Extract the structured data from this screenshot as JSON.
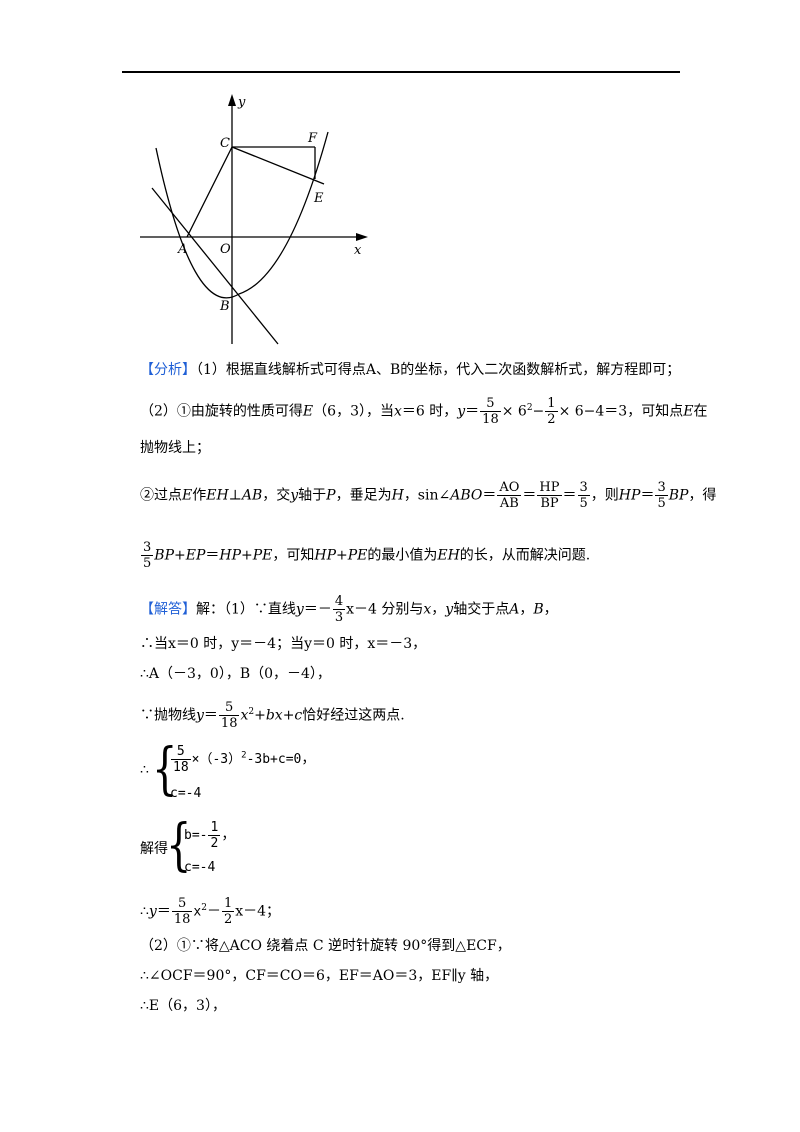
{
  "figure": {
    "label_y": "y",
    "label_x": "x",
    "label_C": "C",
    "label_F": "F",
    "label_E": "E",
    "label_A": "A",
    "label_O": "O",
    "label_B": "B"
  },
  "analysis": {
    "tag": "【分析】",
    "p1": "（1）根据直线解析式可得点A、B的坐标，代入二次函数解析式，解方程即可；",
    "p2_pre": "（2）①由旋转的性质可得",
    "p2_E": "E",
    "p2_coord": "（6，3），当",
    "p2_x": "x",
    "p2_eq6": "＝6 时，",
    "p2_y": "y",
    "p2_eq": "＝",
    "f1_n": "5",
    "f1_d": "18",
    "p2_times6": "× 6",
    "p2_sq": "2",
    "p2_minus": "−",
    "f2_n": "1",
    "f2_d": "2",
    "p2_tail": "× 6−4＝3，可知点",
    "p2_E2": "E",
    "p2_end": "在",
    "p3": "抛物线上；",
    "p4_pre": "②过点",
    "p4_E": "E",
    "p4_a": "作",
    "p4_EH": "EH",
    "p4_perp": "⊥",
    "p4_AB": "AB",
    "p4_b": "，交",
    "p4_y": "y",
    "p4_c": "轴于",
    "p4_P": "P",
    "p4_d": "，垂足为",
    "p4_H": "H",
    "p4_sin": "，sin∠",
    "p4_ABO": "ABO",
    "p4_eq": "＝",
    "f3_n": "AO",
    "f3_d": "AB",
    "f4_n": "HP",
    "f4_d": "BP",
    "f5_n": "3",
    "f5_d": "5",
    "p4_then": "，则",
    "p4_HP": "HP",
    "f6_n": "3",
    "f6_d": "5",
    "p4_BP": "BP",
    "p4_de": "，得",
    "f7_n": "3",
    "f7_d": "5",
    "p5_a": "BP+EP",
    "p5_eq": "＝",
    "p5_b": "HP+PE",
    "p5_c": "，可知",
    "p5_d": "HP+PE",
    "p5_e": "的最小值为",
    "p5_EH": "EH",
    "p5_f": "的长，从而解决问题."
  },
  "solution": {
    "tag": "【解答】",
    "s1_a": "解：（1）∵直线",
    "s1_y": "y",
    "s1_eq": "＝－",
    "f1_n": "4",
    "f1_d": "3",
    "s1_b": "x－4 分别与",
    "s1_x": "x",
    "s1_c": "，",
    "s1_y2": "y",
    "s1_d": "轴交于点",
    "s1_A": "A",
    "s1_e": "，",
    "s1_B": "B",
    "s1_f": "，",
    "s2": "∴当x＝0 时，y＝－4；当y＝0 时，x＝－3，",
    "s3": "∴A（－3，0），B（0，－4），",
    "s4_a": "∵抛物线",
    "s4_y": "y",
    "s4_eq": "＝",
    "f2_n": "5",
    "f2_d": "18",
    "s4_b": "x",
    "s4_sq": "2",
    "s4_c": "+bx+c",
    "s4_d": "恰好经过这两点.",
    "sys1_l1_n": "5",
    "sys1_l1_d": "18",
    "sys1_l1_rest": "×（-3）",
    "sys1_l1_sq": "2",
    "sys1_l1_tail": "-3b+c=0",
    "sys1_l2": "c=-4",
    "sys1_pre": "∴",
    "sys1_post": "，",
    "sys2_pre": "解得",
    "sys2_l1_a": "b=-",
    "sys2_l1_n": "1",
    "sys2_l1_d": "2",
    "sys2_l1_post": "，",
    "sys2_l2": "c=-4",
    "s5_pre": "∴",
    "s5_y": "y",
    "s5_eq": "＝",
    "f3_n": "5",
    "f3_d": "18",
    "s5_x": "x",
    "s5_sq": "2",
    "s5_minus": "－",
    "f4_n": "1",
    "f4_d": "2",
    "s5_tail": "x－4；",
    "s6": "（2）①∵将△ACO 绕着点 C 逆时针旋转 90°得到△ECF，",
    "s7": "∴∠OCF＝90°，CF＝CO＝6，EF＝AO＝3，EF∥y 轴，",
    "s8": "∴E（6，3），"
  }
}
